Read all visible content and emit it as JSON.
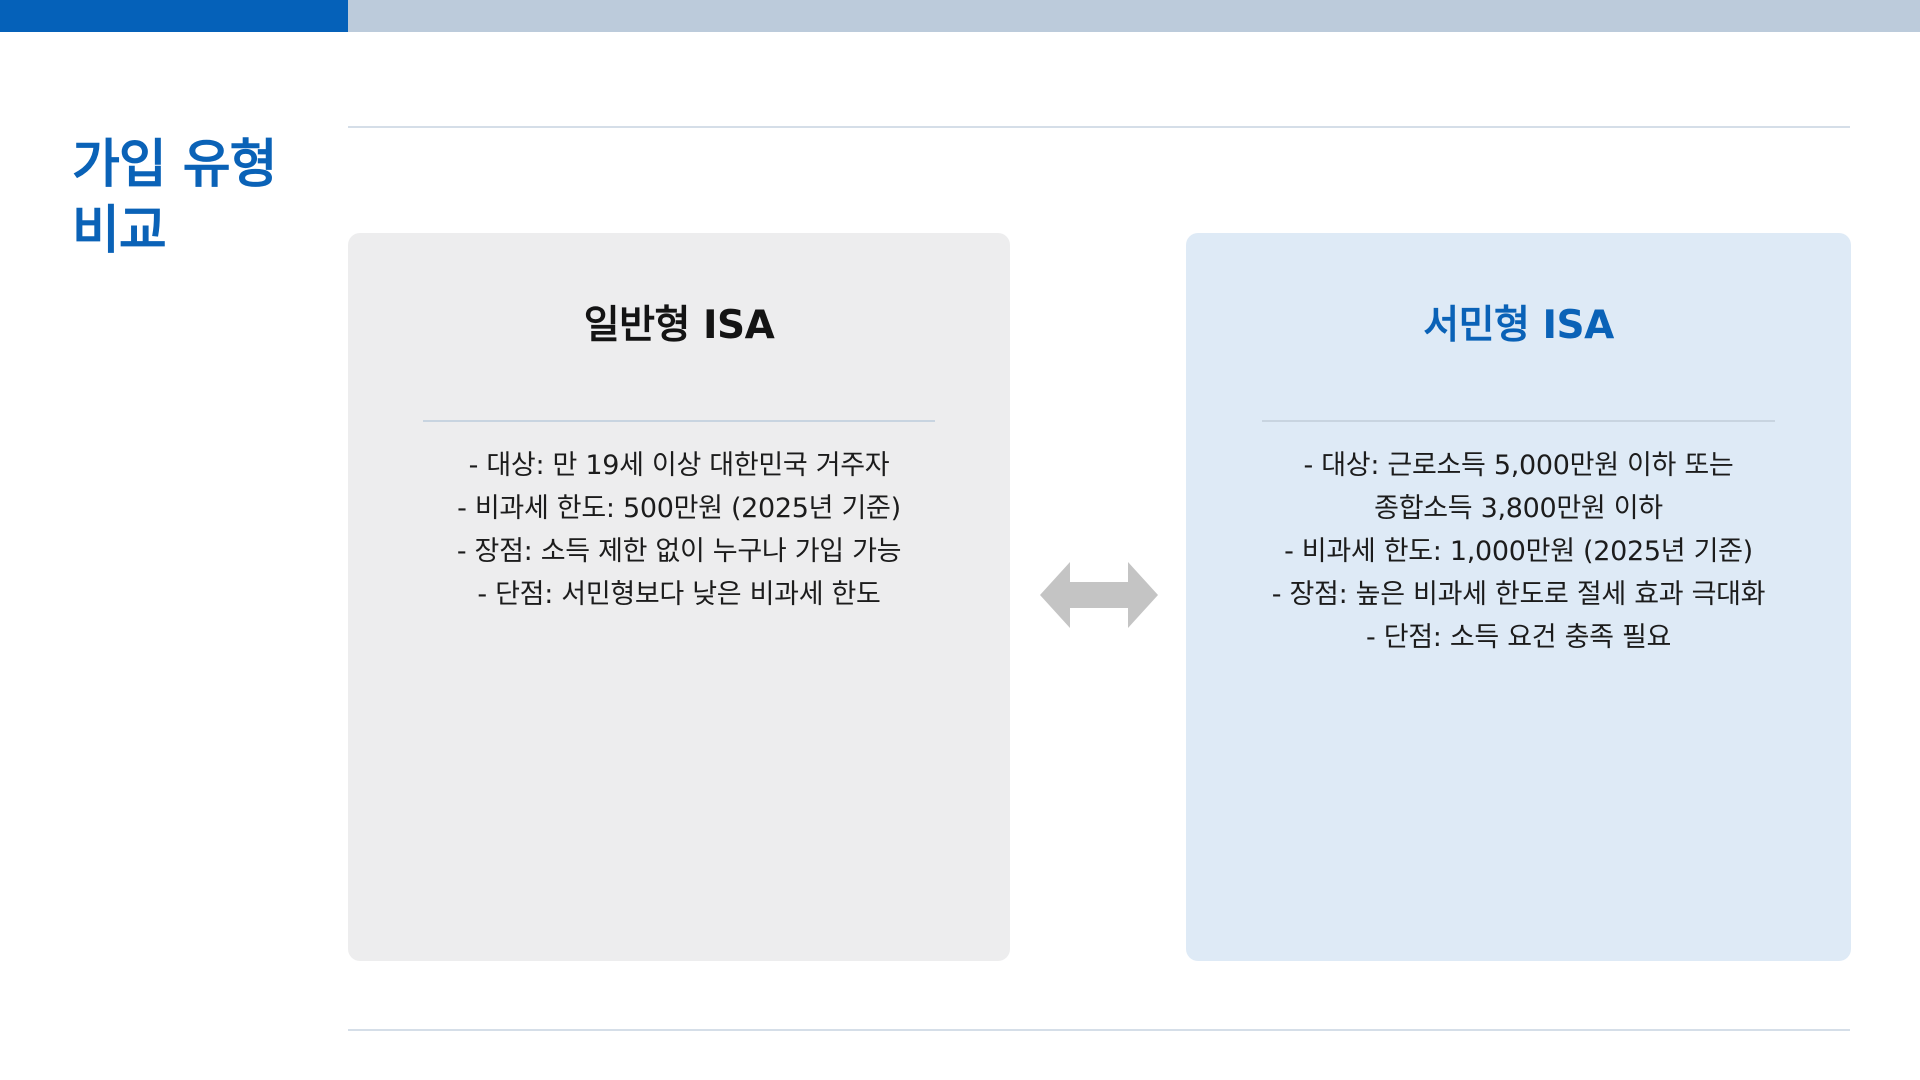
{
  "section_title": "가입 유형 비교",
  "colors": {
    "accent": "#0561b9",
    "top_bar_rest": "#bccbdb",
    "general_card_bg": "#ededee",
    "low_income_card_bg": "#deeaf6",
    "title_blue": "#0a62b7",
    "arrow_gray": "#c4c4c4"
  },
  "general_card": {
    "title": "일반형 ISA",
    "lines": [
      "- 대상: 만 19세 이상 대한민국 거주자",
      "- 비과세 한도: 500만원 (2025년 기준)",
      "- 장점: 소득 제한 없이 누구나 가입 가능",
      "- 단점: 서민형보다 낮은 비과세 한도"
    ]
  },
  "low_income_card": {
    "title": "서민형 ISA",
    "lines": [
      "- 대상: 근로소득 5,000만원 이하 또는",
      "종합소득 3,800만원 이하",
      "- 비과세 한도: 1,000만원 (2025년 기준)",
      "- 장점: 높은 비과세 한도로 절세 효과 극대화",
      "- 단점: 소득 요건 충족 필요"
    ]
  },
  "icons": {
    "compare": "double-arrow-icon"
  }
}
